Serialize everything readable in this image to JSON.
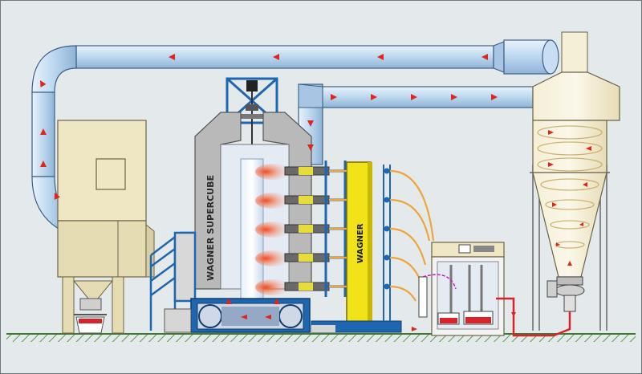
{
  "brand": {
    "booth_logo": "WAGNER SUPERCUBE",
    "tower_logo": "WAGNER"
  },
  "colors": {
    "background": "#e4eaec",
    "duct": "#bcd7ef",
    "duct_stroke": "#3d5f86",
    "flow_arrow": "#e0261b",
    "cabinet": "#efe6c4",
    "booth_grey": "#b9b9b9",
    "frame_blue": "#1e67b0",
    "tower_yellow": "#f2e21a",
    "hose_orange": "#f0a43a",
    "powder_red": "#d9232a",
    "floor": "#5e9c4a"
  },
  "components": [
    "cartridge-filter-unit",
    "spray-booth",
    "reciprocator-gun-mover",
    "powder-center",
    "cyclone-separator",
    "exhaust-duct",
    "recovery-duct",
    "powder-return-line"
  ]
}
